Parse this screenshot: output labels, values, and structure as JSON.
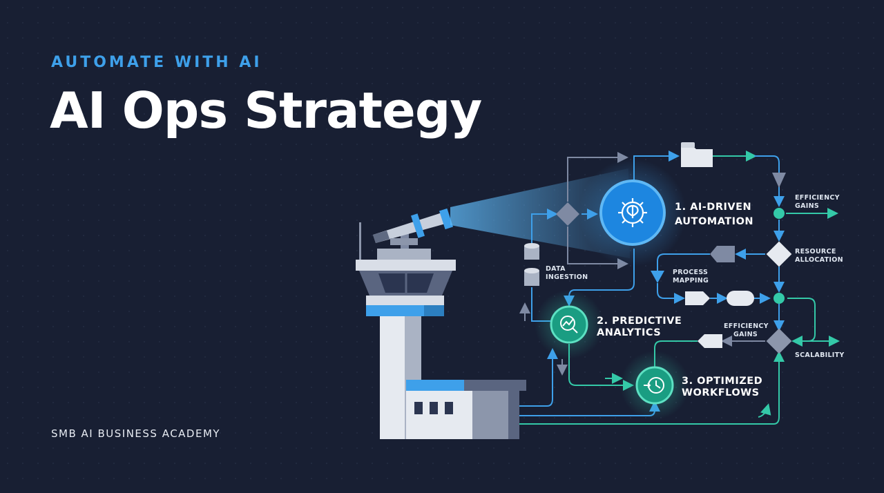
{
  "header": {
    "eyebrow": "AUTOMATE WITH AI",
    "title": "AI Ops Strategy"
  },
  "footer": {
    "brand": "SMB AI BUSINESS ACADEMY"
  },
  "diagram": {
    "nodes": [
      {
        "line1": "1. AI-DRIVEN",
        "line2": "AUTOMATION",
        "icon": "brain-gear-icon"
      },
      {
        "line1": "2. PREDICTIVE",
        "line2": "ANALYTICS",
        "icon": "chart-magnifier-icon"
      },
      {
        "line1": "3. OPTIMIZED",
        "line2": "WORKFLOWS",
        "icon": "clock-arrow-icon"
      }
    ],
    "labels": {
      "data_ingestion_1": "DATA",
      "data_ingestion_2": "INGESTION",
      "process_mapping_1": "PROCESS",
      "process_mapping_2": "MAPPING",
      "efficiency_gains_top_1": "EFFICIENCY",
      "efficiency_gains_top_2": "GAINS",
      "resource_allocation_1": "RESOURCE",
      "resource_allocation_2": "ALLOCATION",
      "efficiency_gains_mid_1": "EFFICIENCY",
      "efficiency_gains_mid_2": "GAINS",
      "scalability": "SCALABILITY"
    },
    "colors": {
      "background": "#181f33",
      "accent_blue": "#3ea0ea",
      "accent_teal": "#34c9a8",
      "line_gray": "#7f8aa3"
    }
  }
}
